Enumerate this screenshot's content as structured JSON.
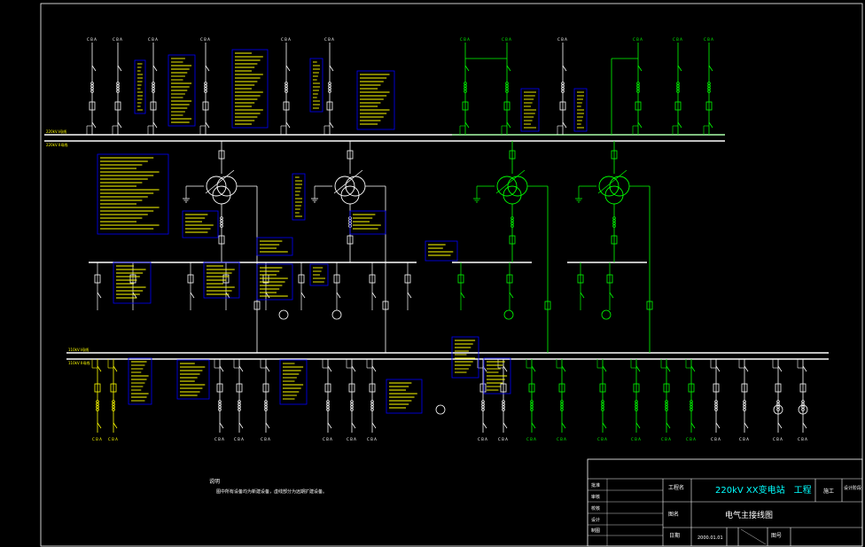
{
  "colors": {
    "background": "#000000",
    "frame": "#ffffff",
    "bus": "#ffffff",
    "equipment": "#ffffff",
    "annotation_text": "#ffff00",
    "annotation_box": "#0000ff",
    "energized": "#00ff00",
    "project_title": "#00ffff"
  },
  "notes": {
    "heading": "说明",
    "body": "图中所有设备均为新建设备，虚线部分为远期扩建设备。"
  },
  "title_block": {
    "project_label": "工程名",
    "project_name": "220kV XX变电站　工程",
    "stage_label": "施工",
    "design_label": "设计阶段",
    "drawing_label": "图名",
    "drawing_name": "电气主接线图",
    "date_label": "日期",
    "date": "2000.01.01",
    "sheet_label": "图号",
    "role_labels": [
      "批准",
      "审核",
      "校核",
      "设计",
      "制图"
    ]
  },
  "diagram": {
    "phase_marks": "C B A",
    "bus_220kv_labels": [
      "220kV I母线",
      "220kV II母线"
    ],
    "bus_110kv_labels": [
      "110kV I母线",
      "110kV II母线"
    ],
    "transformer_count": 4
  }
}
